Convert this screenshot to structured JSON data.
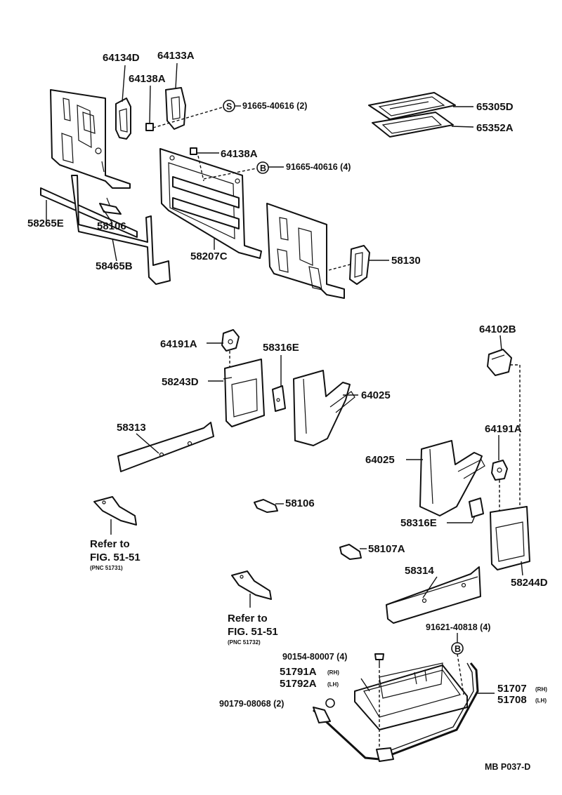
{
  "labels": {
    "p64134D": "64134D",
    "p64133A": "64133A",
    "p64138A_1": "64138A",
    "p91665_1": "91665-40616 (2)",
    "p65305D": "65305D",
    "p65352A": "65352A",
    "p64138A_2": "64138A",
    "p91665_2": "91665-40616 (4)",
    "p58265E": "58265E",
    "p58106_1": "58106",
    "p58207C": "58207C",
    "p58465B": "58465B",
    "p58130": "58130",
    "p64191A_1": "64191A",
    "p58316E_1": "58316E",
    "p58243D": "58243D",
    "p64025_1": "64025",
    "p58313": "58313",
    "p64102B": "64102B",
    "p64191A_2": "64191A",
    "p64025_2": "64025",
    "p58106_2": "58106",
    "p58316E_2": "58316E",
    "p58107A": "58107A",
    "p58314": "58314",
    "p58244D": "58244D",
    "p91621": "91621-40818 (4)",
    "p90154": "90154-80007 (4)",
    "p51791A": "51791A",
    "p51791A_side": "(RH)",
    "p51792A": "51792A",
    "p51792A_side": "(LH)",
    "p90179": "90179-08068 (2)",
    "p51707": "51707",
    "p51707_side": "(RH)",
    "p51708": "51708",
    "p51708_side": "(LH)",
    "ref1_line1": "Refer to",
    "ref1_line2": "FIG. 51-51",
    "ref1_line3": "(PNC 51731)",
    "ref2_line1": "Refer to",
    "ref2_line2": "FIG. 51-51",
    "ref2_line3": "(PNC 51732)",
    "mark_S": "S",
    "mark_B1": "B",
    "mark_B2": "B",
    "code": "MB P037-D"
  }
}
